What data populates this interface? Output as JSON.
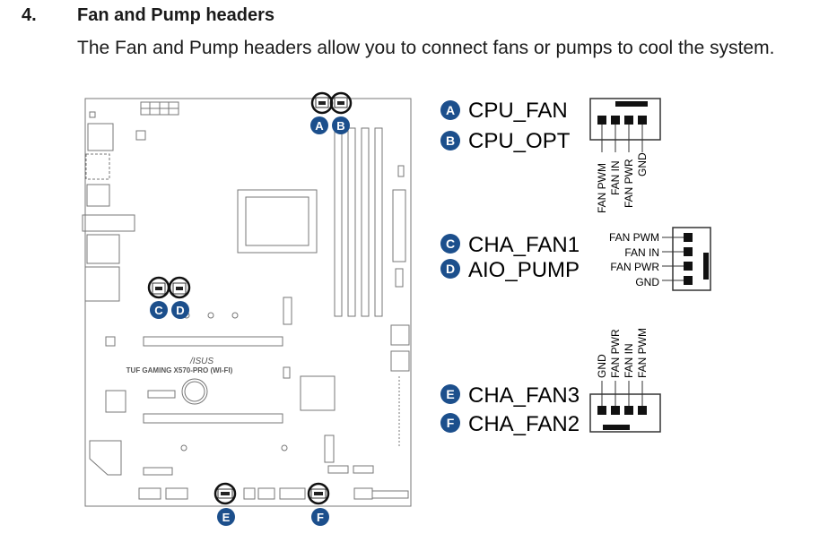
{
  "section": {
    "number": "4.",
    "title": "Fan and Pump headers",
    "description": "The Fan and Pump headers allow you to connect fans or pumps to cool the system."
  },
  "board": {
    "brand": "/ISUS",
    "model": "TUF GAMING X570-PRO (WI-FI)"
  },
  "headers": [
    {
      "badge": "A",
      "name": "CPU_FAN"
    },
    {
      "badge": "B",
      "name": "CPU_OPT"
    },
    {
      "badge": "C",
      "name": "CHA_FAN1"
    },
    {
      "badge": "D",
      "name": "AIO_PUMP"
    },
    {
      "badge": "E",
      "name": "CHA_FAN3"
    },
    {
      "badge": "F",
      "name": "CHA_FAN2"
    }
  ],
  "pinouts": {
    "top": [
      "FAN PWM",
      "FAN IN",
      "FAN PWR",
      "GND"
    ],
    "middle": [
      "FAN PWM",
      "FAN IN",
      "FAN PWR",
      "GND"
    ],
    "bottom": [
      "GND",
      "FAN PWR",
      "FAN IN",
      "FAN PWM"
    ]
  },
  "colors": {
    "badge": "#1c4f8c",
    "line": "#444444",
    "pin": "#111111"
  }
}
